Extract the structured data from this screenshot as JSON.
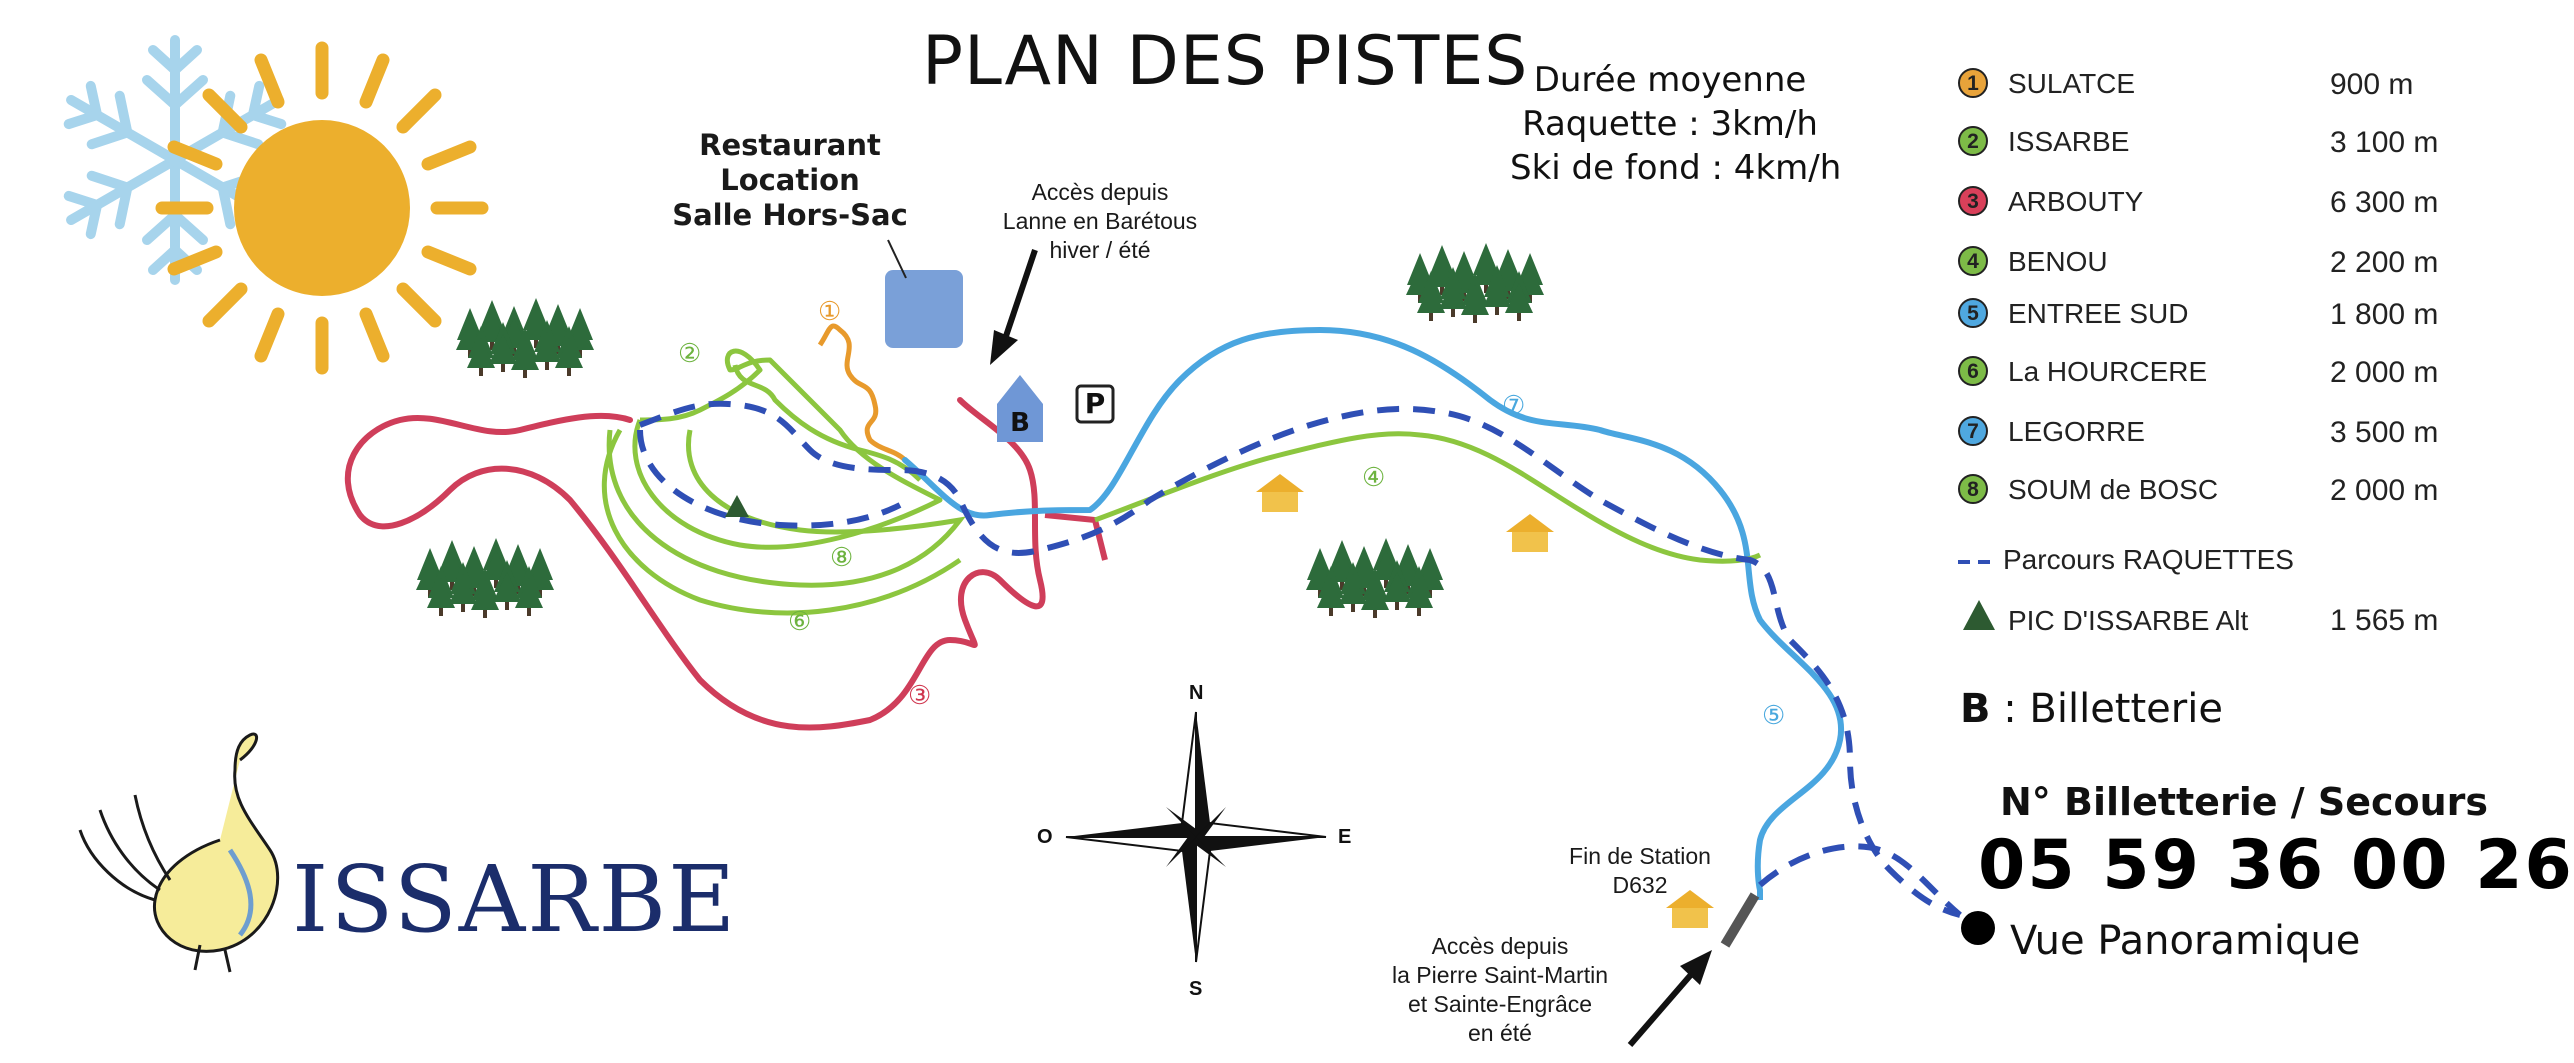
{
  "title": "PLAN DES PISTES",
  "average_duration": {
    "heading": "Durée moyenne",
    "raquette": "Raquette : 3km/h",
    "ski": "Ski de fond : 4km/h"
  },
  "restaurant_label": {
    "line1": "Restaurant",
    "line2": "Location",
    "line3": "Salle Hors-Sac"
  },
  "access_north": {
    "line1": "Accès depuis",
    "line2": "Lanne en Barétous",
    "line3": "hiver / été"
  },
  "access_south": {
    "line1": "Accès depuis",
    "line2": "la Pierre Saint-Martin",
    "line3": "et Sainte-Engrâce",
    "line4": "en été"
  },
  "fin_station": {
    "line1": "Fin de Station",
    "line2": "D632"
  },
  "map_symbols": {
    "billetterie_letter": "B",
    "parking_letter": "P"
  },
  "compass": {
    "n": "N",
    "s": "S",
    "e": "E",
    "o": "O"
  },
  "trail_markers": [
    {
      "num": "①",
      "color": "#e89a2c"
    },
    {
      "num": "②",
      "color": "#6db33f"
    },
    {
      "num": "③",
      "color": "#d0364f"
    },
    {
      "num": "④",
      "color": "#6db33f"
    },
    {
      "num": "⑤",
      "color": "#49a8de"
    },
    {
      "num": "⑥",
      "color": "#6db33f"
    },
    {
      "num": "⑦",
      "color": "#49a8de"
    },
    {
      "num": "⑧",
      "color": "#6db33f"
    }
  ],
  "legend": {
    "trails": [
      {
        "num": "1",
        "name": "SULATCE",
        "distance": "900 m",
        "color": "#e8a33a"
      },
      {
        "num": "2",
        "name": "ISSARBE",
        "distance": "3 100 m",
        "color": "#7dbb47"
      },
      {
        "num": "3",
        "name": "ARBOUTY",
        "distance": "6 300 m",
        "color": "#d9405a"
      },
      {
        "num": "4",
        "name": "BENOU",
        "distance": "2 200 m",
        "color": "#7dbb47"
      },
      {
        "num": "5",
        "name": "ENTREE SUD",
        "distance": "1 800 m",
        "color": "#4fa8e0"
      },
      {
        "num": "6",
        "name": "La HOURCERE",
        "distance": "2 000 m",
        "color": "#7dbb47"
      },
      {
        "num": "7",
        "name": "LEGORRE",
        "distance": "3 500 m",
        "color": "#4fa8e0"
      },
      {
        "num": "8",
        "name": "SOUM de BOSC",
        "distance": "2 000 m",
        "color": "#7dbb47"
      }
    ],
    "raquettes_label": "Parcours RAQUETTES",
    "peak_label": "PIC D'ISSARBE Alt",
    "peak_altitude": "1 565 m",
    "billetterie_letter": "B",
    "billetterie_text": ": Billetterie"
  },
  "contact": {
    "title": "N° Billetterie / Secours",
    "phone": "05 59 36 00 26"
  },
  "panoramic_label": "Vue Panoramique",
  "logo_text": "ISSARBE",
  "colors": {
    "green_trail": "#8cc63f",
    "red_trail": "#cf3e5a",
    "blue_trail": "#4aa6e0",
    "orange_trail": "#e89a2c",
    "raquette_dash": "#2f4fb5",
    "sun": "#ecaf2d",
    "snowflake": "#9fd0ea",
    "tree": "#2d6b3b",
    "logo_blue": "#1b2d6b"
  }
}
